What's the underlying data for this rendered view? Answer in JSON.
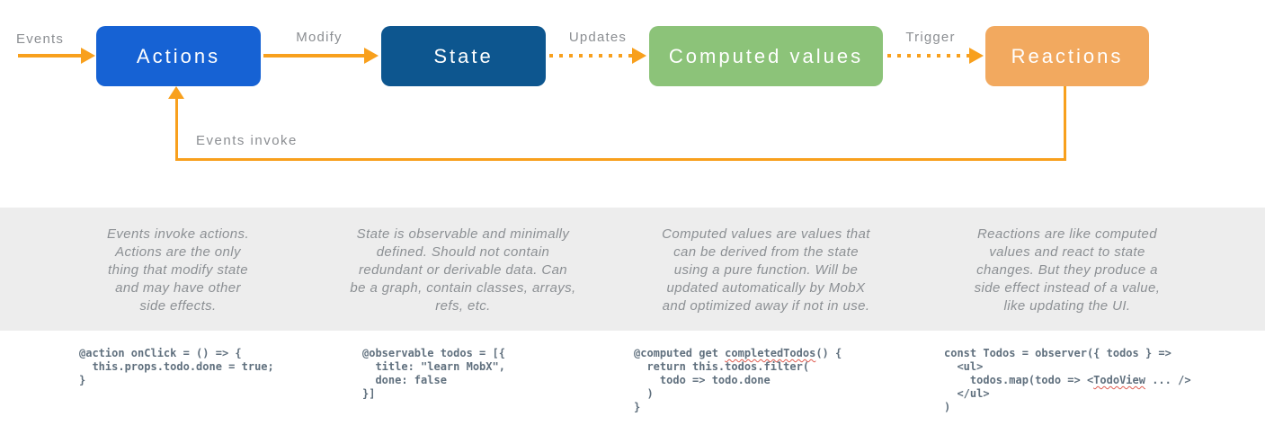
{
  "diagram": {
    "flow_labels": {
      "events": "Events",
      "modify": "Modify",
      "updates": "Updates",
      "trigger": "Trigger",
      "events_invoke": "Events invoke"
    },
    "boxes": [
      {
        "id": "actions",
        "label": "Actions",
        "color": "#1662d4"
      },
      {
        "id": "state",
        "label": "State",
        "color": "#0d568f"
      },
      {
        "id": "computed",
        "label": "Computed values",
        "color": "#8cc379"
      },
      {
        "id": "reactions",
        "label": "Reactions",
        "color": "#f2a95f"
      }
    ],
    "colors": {
      "arrow_orange": "#f8a01d",
      "band_gray": "#ededed",
      "label_gray": "#8b8e92",
      "description_gray": "#8c9094",
      "code_slate": "#60707e",
      "squiggle_red": "#e05c50"
    }
  },
  "descriptions": [
    "Events invoke actions.\nActions are the only\nthing that modify state\nand may have other\nside effects.",
    "State is observable and minimally\ndefined. Should not contain\nredundant or derivable data. Can\nbe a graph, contain classes, arrays,\nrefs, etc.",
    "Computed values are values that\ncan be derived from the state\nusing a pure function. Will be\nupdated automatically by MobX\nand optimized away if not in use.",
    "Reactions are like computed\nvalues and react to state\nchanges. But they produce a\nside effect instead of a value,\nlike updating the UI."
  ],
  "code_blocks": [
    {
      "lines": [
        [
          {
            "t": "@action onClick = () => {"
          }
        ],
        [
          {
            "t": "  this.props.todo.done = true;"
          }
        ],
        [
          {
            "t": "}"
          }
        ]
      ]
    },
    {
      "lines": [
        [
          {
            "t": "@observable todos = [{"
          }
        ],
        [
          {
            "t": "  title: \"learn MobX\","
          }
        ],
        [
          {
            "t": "  done: false"
          }
        ],
        [
          {
            "t": "}]"
          }
        ]
      ]
    },
    {
      "lines": [
        [
          {
            "t": "@computed get "
          },
          {
            "t": "completedTodos",
            "sq": true
          },
          {
            "t": "() {"
          }
        ],
        [
          {
            "t": "  return this.todos.filter("
          }
        ],
        [
          {
            "t": "    todo => todo.done"
          }
        ],
        [
          {
            "t": "  )"
          }
        ],
        [
          {
            "t": "}"
          }
        ]
      ]
    },
    {
      "lines": [
        [
          {
            "t": "const Todos = observer({ todos } =>"
          }
        ],
        [
          {
            "t": "  <ul>"
          }
        ],
        [
          {
            "t": "    todos.map(todo => <"
          },
          {
            "t": "TodoView",
            "sq": true
          },
          {
            "t": " ... />"
          }
        ],
        [
          {
            "t": "  </ul>"
          }
        ],
        [
          {
            "t": ")"
          }
        ]
      ]
    }
  ]
}
